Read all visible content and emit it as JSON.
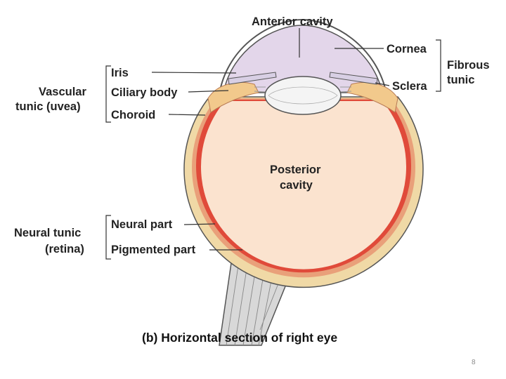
{
  "labels": {
    "anterior_cavity": "Anterior cavity",
    "cornea": "Cornea",
    "sclera": "Sclera",
    "fibrous_tunic_1": "Fibrous",
    "fibrous_tunic_2": "tunic",
    "iris": "Iris",
    "ciliary_body": "Ciliary body",
    "choroid": "Choroid",
    "vascular_tunic_1": "Vascular",
    "vascular_tunic_2": "tunic (uvea)",
    "posterior_cavity_1": "Posterior",
    "posterior_cavity_2": "cavity",
    "neural_part": "Neural part",
    "pigmented_part": "Pigmented part",
    "neural_tunic_1": "Neural tunic",
    "neural_tunic_2": "(retina)"
  },
  "caption": "(b) Horizontal section of right eye",
  "page_number": "8",
  "colors": {
    "anterior_cavity": "#e3d6ea",
    "posterior_cavity": "#fbe3cf",
    "sclera": "#f0d9a6",
    "choroid": "#e9a07a",
    "retina": "#e04a3a",
    "lens": "#f4f4f4",
    "optic_nerve": "#d8d8d8"
  }
}
